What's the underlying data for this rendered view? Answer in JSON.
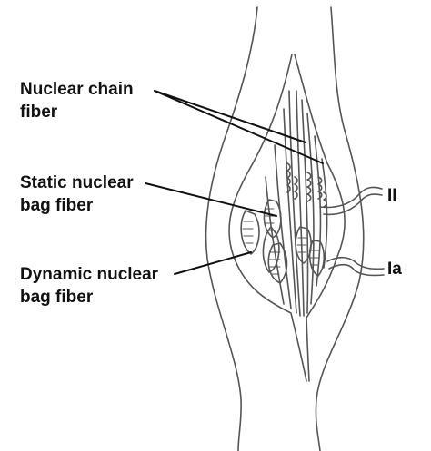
{
  "labels": {
    "nuclear_chain": {
      "line1": "Nuclear chain",
      "line2": "fiber"
    },
    "static_bag": {
      "line1": "Static nuclear",
      "line2": "bag fiber"
    },
    "dynamic_bag": {
      "line1": "Dynamic nuclear",
      "line2": "bag fiber"
    },
    "afferent_ii": "II",
    "afferent_ia": "Ia"
  },
  "colors": {
    "outline": "#555555",
    "leader": "#111111",
    "text": "#111111",
    "background": "#ffffff"
  }
}
